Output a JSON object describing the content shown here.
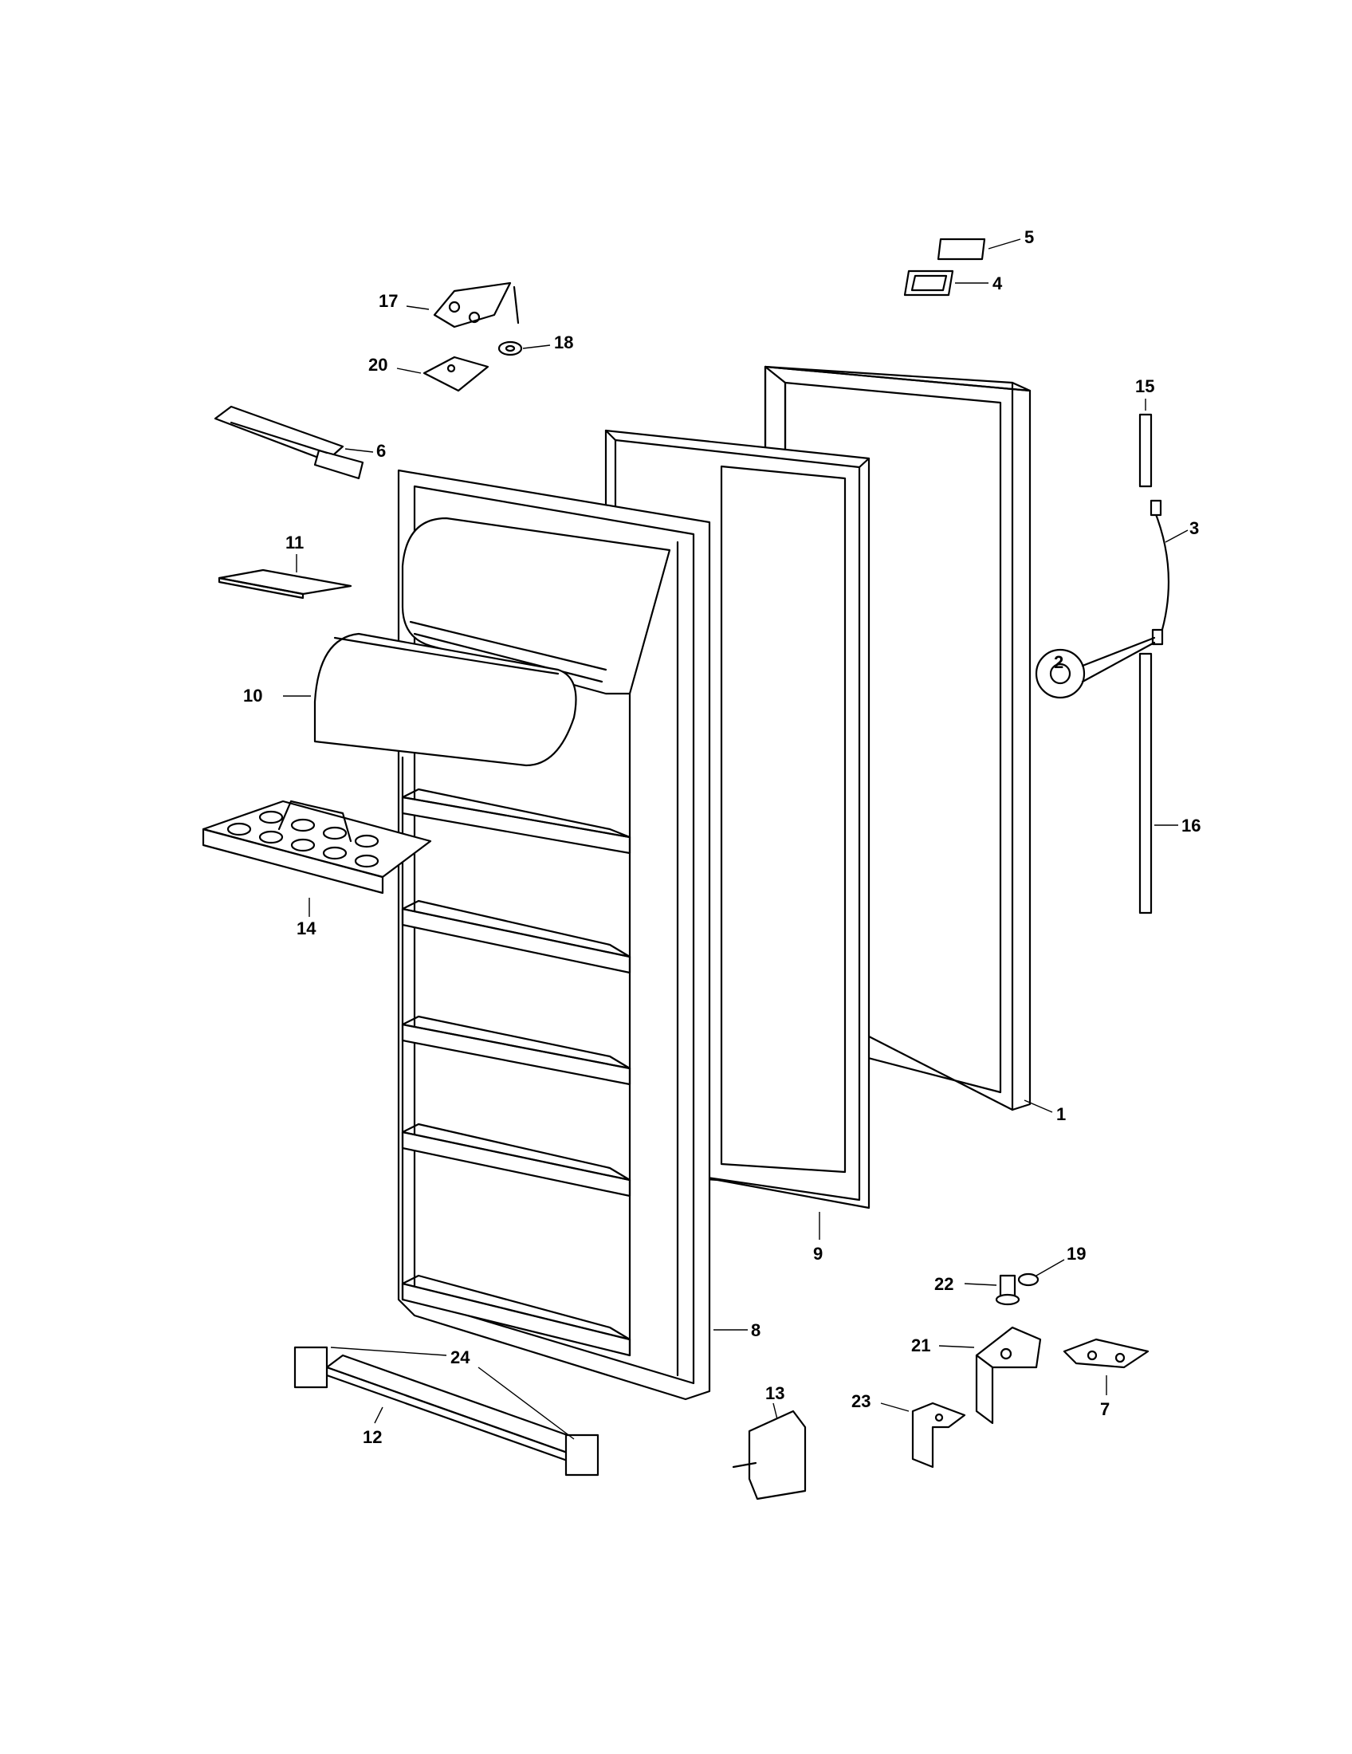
{
  "diagram": {
    "type": "exploded-parts-diagram",
    "callouts": [
      {
        "id": "c1",
        "text": "1"
      },
      {
        "id": "c2",
        "text": "2"
      },
      {
        "id": "c3",
        "text": "3"
      },
      {
        "id": "c4",
        "text": "4"
      },
      {
        "id": "c5",
        "text": "5"
      },
      {
        "id": "c6",
        "text": "6"
      },
      {
        "id": "c7",
        "text": "7"
      },
      {
        "id": "c8",
        "text": "8"
      },
      {
        "id": "c9",
        "text": "9"
      },
      {
        "id": "c10",
        "text": "10"
      },
      {
        "id": "c11",
        "text": "11"
      },
      {
        "id": "c12",
        "text": "12"
      },
      {
        "id": "c13",
        "text": "13"
      },
      {
        "id": "c14",
        "text": "14"
      },
      {
        "id": "c15",
        "text": "15"
      },
      {
        "id": "c16",
        "text": "16"
      },
      {
        "id": "c17",
        "text": "17"
      },
      {
        "id": "c18",
        "text": "18"
      },
      {
        "id": "c19",
        "text": "19"
      },
      {
        "id": "c20",
        "text": "20"
      },
      {
        "id": "c21",
        "text": "21"
      },
      {
        "id": "c22",
        "text": "22"
      },
      {
        "id": "c23",
        "text": "23"
      },
      {
        "id": "c24",
        "text": "24"
      }
    ]
  }
}
